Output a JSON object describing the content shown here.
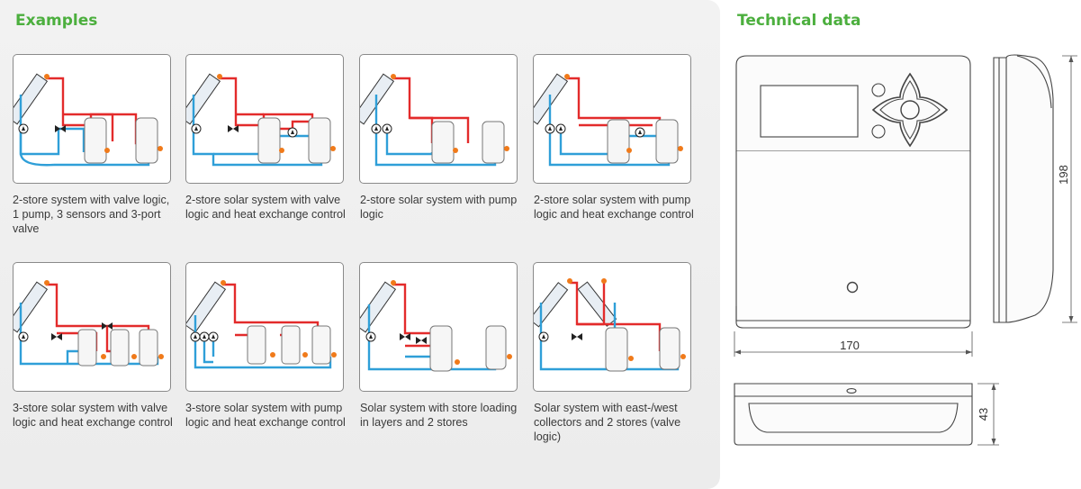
{
  "sections": {
    "examples_title": "Examples",
    "technical_title": "Technical data"
  },
  "examples": [
    {
      "caption": "2-store system with valve logic, 1 pump, 3 sensors and 3-port valve"
    },
    {
      "caption": "2-store solar system with valve logic and heat exchange control"
    },
    {
      "caption": "2-store solar system with pump logic"
    },
    {
      "caption": "2-store solar system with pump logic and heat exchange control"
    },
    {
      "caption": "3-store solar system with valve logic and heat exchange control"
    },
    {
      "caption": "3-store solar system with pump logic and heat exchange control"
    },
    {
      "caption": "Solar system with store loading in layers and 2 stores"
    },
    {
      "caption": "Solar system with east-/west collectors and 2 stores (valve logic)"
    }
  ],
  "technical": {
    "width_label": "170",
    "height_label": "198",
    "depth_label": "43"
  },
  "colors": {
    "accent": "#4caf3e",
    "hot_line": "#e32b2b",
    "cold_line": "#2f9fd8"
  }
}
